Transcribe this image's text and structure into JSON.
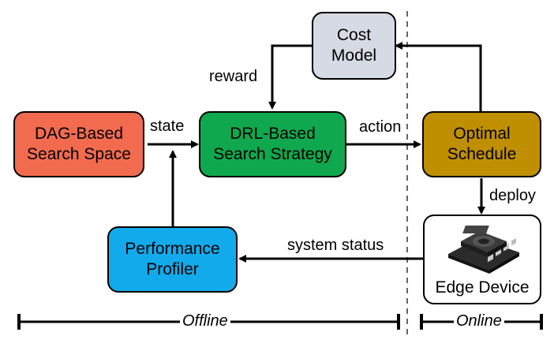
{
  "colors": {
    "search_space": "#f26b4f",
    "search_strategy": "#10a84e",
    "cost_model": "#d6dae5",
    "optimal_schedule": "#bf8f00",
    "performance_profiler": "#12aaeb",
    "edge_device": "#ffffff"
  },
  "nodes": {
    "search_space": {
      "line1": "DAG-Based",
      "line2": "Search Space"
    },
    "search_strategy": {
      "line1": "DRL-Based",
      "line2": "Search Strategy"
    },
    "cost_model": {
      "line1": "Cost",
      "line2": "Model"
    },
    "optimal_schedule": {
      "line1": "Optimal",
      "line2": "Schedule"
    },
    "performance_profiler": {
      "line1": "Performance",
      "line2": "Profiler"
    },
    "edge_device": {
      "label": "Edge Device",
      "icon": "edge-board-icon"
    }
  },
  "edges": {
    "state": "state",
    "action": "action",
    "reward": "reward",
    "deploy": "deploy",
    "system_status": "system status"
  },
  "phases": {
    "offline": "Offline",
    "online": "Online"
  }
}
